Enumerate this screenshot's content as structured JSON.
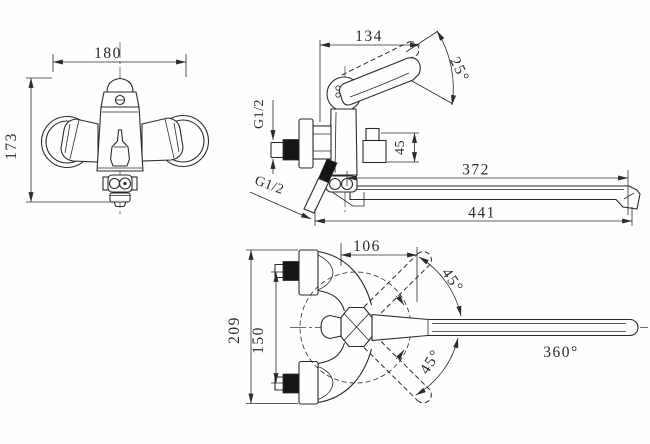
{
  "labels": {
    "front": {
      "width": "180",
      "height": "173"
    },
    "side": {
      "handle_reach": "134",
      "handle_angle": "25°",
      "inlet_thread": "G1/2",
      "hose_thread": "G1/2",
      "outlet_height": "45",
      "spout_length": "372",
      "total_length": "441"
    },
    "top": {
      "spout_offset": "106",
      "swivel_upper": "45°",
      "swivel_lower": "45°",
      "inlet_spacing": "150",
      "overall_width": "209",
      "spout_rotation": "360°"
    }
  },
  "colors": {
    "line": "#2b2b2b",
    "background": "#fefefe",
    "solid_fill": "#151515"
  }
}
